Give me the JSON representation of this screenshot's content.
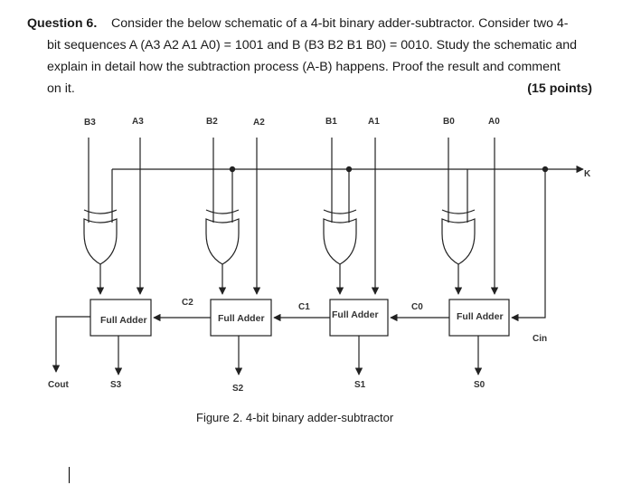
{
  "question": {
    "label": "Question 6.",
    "line1": "Consider the below schematic of a 4-bit binary adder-subtractor. Consider two 4-",
    "line2": "bit sequences A (A3 A2 A1 A0) = 1001 and B (B3 B2 B1 B0) = 0010. Study the schematic and",
    "line3": "explain in detail how the subtraction process (A-B) happens. Proof the result and comment",
    "line4": "on it.",
    "points": "(15 points)"
  },
  "diagram": {
    "inputs": {
      "b3": "B3",
      "a3": "A3",
      "b2": "B2",
      "a2": "A2",
      "b1": "B1",
      "a1": "A1",
      "b0": "B0",
      "a0": "A0"
    },
    "control": "K",
    "full_adder": "Full Adder",
    "carries": {
      "c2": "C2",
      "c1": "C1",
      "c0": "C0",
      "cin": "Cin",
      "cout": "Cout"
    },
    "sums": {
      "s3": "S3",
      "s2": "S2",
      "s1": "S1",
      "s0": "S0"
    },
    "caption": "Figure 2. 4-bit binary adder-subtractor"
  }
}
